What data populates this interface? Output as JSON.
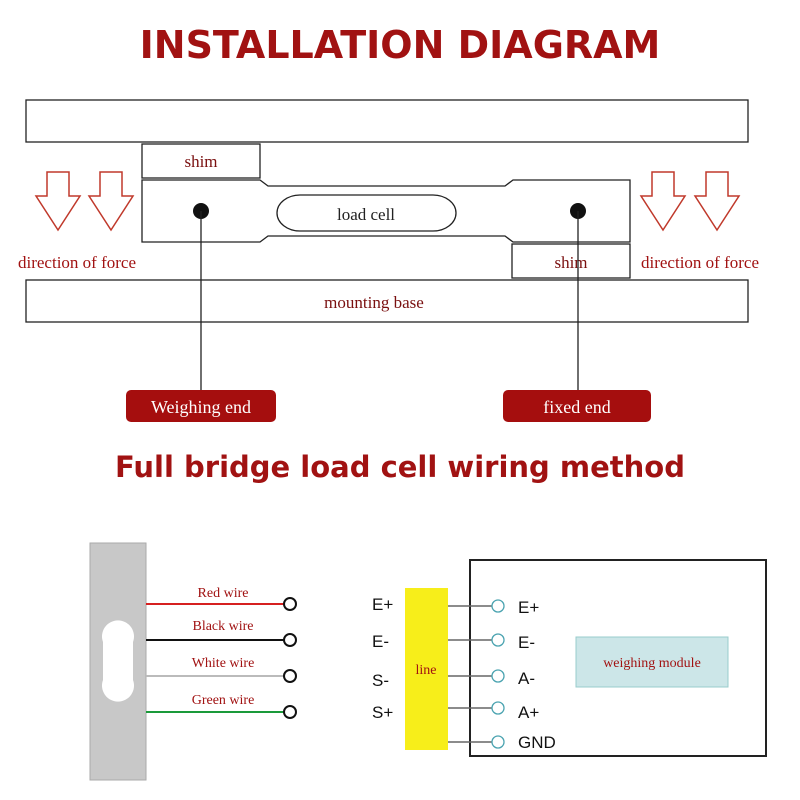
{
  "title": "INSTALLATION DIAGRAM",
  "installation": {
    "shim_top": "shim",
    "shim_bottom": "shim",
    "load_cell": "load cell",
    "direction_left": "direction of force",
    "direction_right": "direction of force",
    "mounting_base": "mounting base",
    "weighing_end": "Weighing end",
    "fixed_end": "fixed end"
  },
  "wiring_title": "Full bridge load cell wiring method",
  "wires": [
    {
      "label": "Red wire",
      "color": "#d62020"
    },
    {
      "label": "Black wire",
      "color": "#111111"
    },
    {
      "label": "White wire",
      "color": "#bbbbbb"
    },
    {
      "label": "Green wire",
      "color": "#1a9a3a"
    }
  ],
  "module": {
    "line_label": "line",
    "left_terminals": [
      "E+",
      "E-",
      "S-",
      "S+"
    ],
    "right_terminals": [
      "E+",
      "E-",
      "A-",
      "A+",
      "GND"
    ],
    "module_label": "weighing module"
  },
  "colors": {
    "accent": "#a11212",
    "dark_red_box": "#a50e0e",
    "line_box": "#f7ee1a",
    "module_box": "#cce6e8",
    "terminal": "#4aa3b0"
  }
}
